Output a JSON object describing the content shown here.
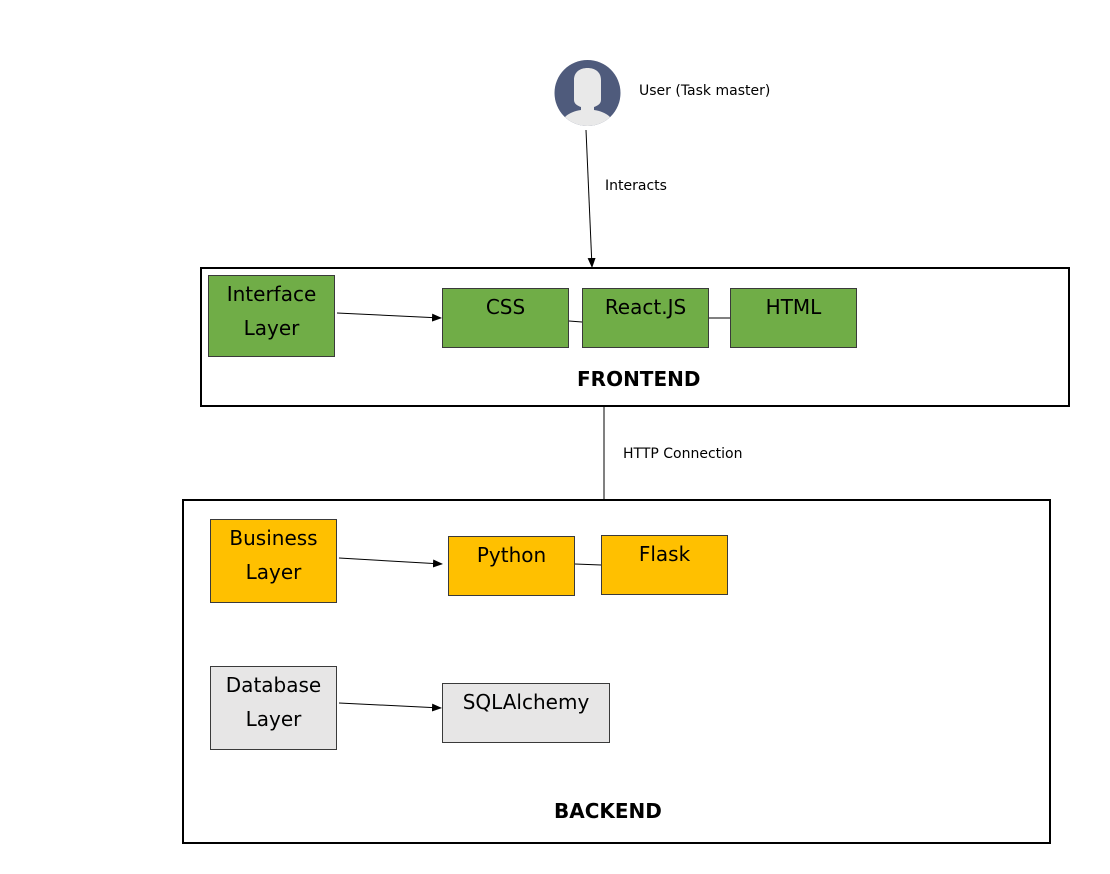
{
  "user": {
    "label": "User (Task master)"
  },
  "edges": {
    "interacts": "Interacts",
    "http": "HTTP Connection"
  },
  "frontend": {
    "title": "FRONTEND",
    "layer": "Interface\nLayer",
    "tech": [
      "CSS",
      "React.JS",
      "HTML"
    ]
  },
  "backend": {
    "title": "BACKEND",
    "business_layer": "Business\nLayer",
    "business_tech": [
      "Python",
      "Flask"
    ],
    "database_layer": "Database\nLayer",
    "database_tech": [
      "SQLAlchemy"
    ]
  },
  "colors": {
    "frontend_box": "#70ad47",
    "business_box": "#ffc000",
    "database_box": "#e7e6e6",
    "user_icon": "#4f5b7c"
  }
}
